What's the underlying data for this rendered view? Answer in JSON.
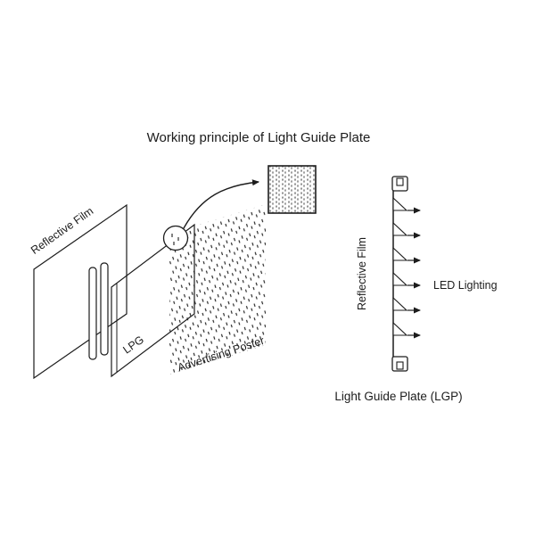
{
  "title": "Working principle of Light Guide Plate",
  "left_diagram": {
    "reflective_film_label": "Reflective Film",
    "lpg_label": "LPG",
    "advertising_poster_label": "Advertising Poster"
  },
  "right_diagram": {
    "reflective_film_label": "Reflective Film",
    "led_lighting_label": "LED Lighting",
    "caption": "Light Guide Plate (LGP)"
  },
  "colors": {
    "ink": "#1c1c1c",
    "background": "#ffffff"
  }
}
